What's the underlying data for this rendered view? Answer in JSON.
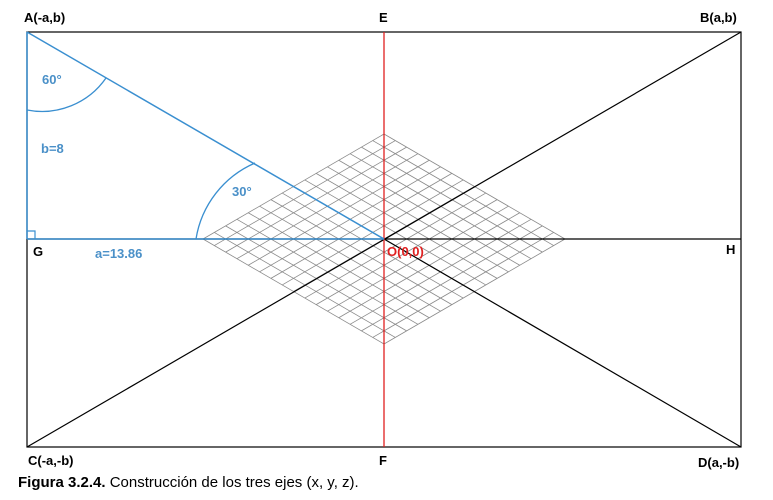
{
  "points": {
    "A": "A(-a,b)",
    "B": "B(a,b)",
    "C": "C(-a,-b)",
    "D": "D(a,-b)",
    "E": "E",
    "F": "F",
    "G": "G",
    "H": "H",
    "O": "O(0,0)"
  },
  "measures": {
    "angle_top": "60°",
    "angle_bottom": "30°",
    "b_label": "b=8",
    "a_label": "a=13.86"
  },
  "caption": {
    "label": "Figura 3.2.4.",
    "text": " Construcción de los tres ejes (x, y, z)."
  },
  "colors": {
    "frame": "#000000",
    "vertical_axis": "#e02020",
    "construction": "#3a8fd0",
    "grid": "#8a8a8a"
  },
  "grid_divisions": 16
}
